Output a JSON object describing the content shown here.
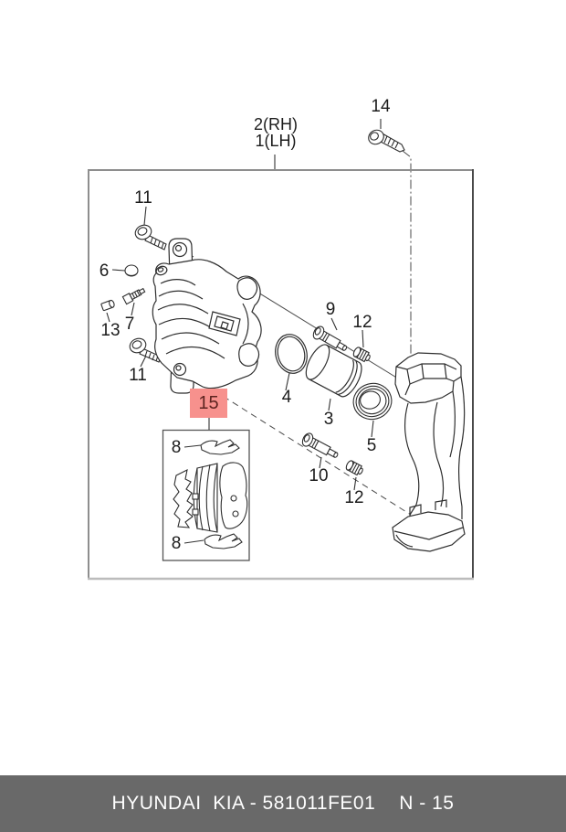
{
  "diagram": {
    "title_note": "front axle disc brake caliper exploded parts diagram",
    "callouts": {
      "assembly_rh": "2(RH)",
      "assembly_lh": "1(LH)",
      "c14": "14",
      "c11_top": "11",
      "c6": "6",
      "c13": "13",
      "c7": "7",
      "c11_bottom": "11",
      "c15": "15",
      "c8_top": "8",
      "c8_bottom": "8",
      "c4": "4",
      "c9": "9",
      "c12_top": "12",
      "c3": "3",
      "c5": "5",
      "c10": "10",
      "c12_bottom": "12"
    },
    "highlight_color": "#f7918d",
    "line_color": "#2e2e2e",
    "frame_color": "#8e8e8e"
  },
  "footer": {
    "catalog_text": "HYUNDAI  KIA - 581011FE01",
    "page_ref": "N - 15",
    "bar_color": "#696969",
    "text_color": "#ffffff"
  }
}
